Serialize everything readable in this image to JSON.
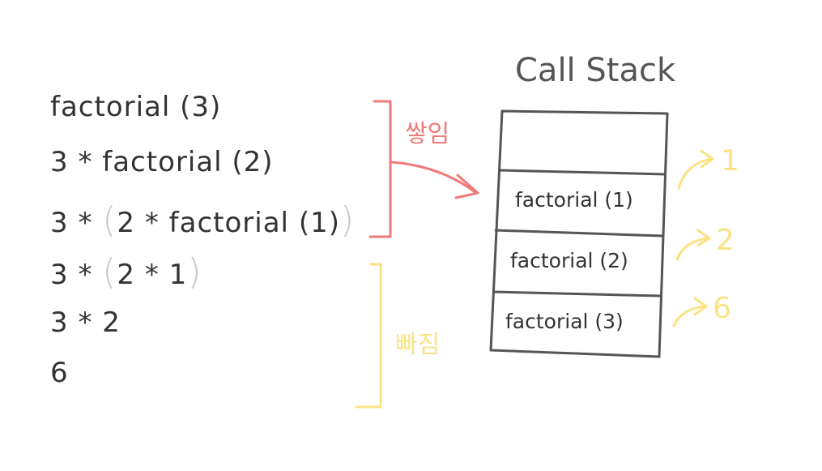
{
  "expressions": [
    {
      "prefix": "factorial (3)",
      "inner": "",
      "suffix": ""
    },
    {
      "prefix": "3 * factorial (2)",
      "inner": "",
      "suffix": ""
    },
    {
      "prefix": "3 * ",
      "inner": "2 * factorial (1)",
      "suffix": ""
    },
    {
      "prefix": "3 * ",
      "inner": "2 * 1",
      "suffix": ""
    },
    {
      "prefix": "3 * 2",
      "inner": "",
      "suffix": ""
    },
    {
      "prefix": "6",
      "inner": "",
      "suffix": ""
    }
  ],
  "push_label": "쌓임",
  "pop_label": "빠짐",
  "stack_title": "Call Stack",
  "frames": [
    "factorial (1)",
    "factorial (2)",
    "factorial (3)"
  ],
  "returns": [
    "1",
    "2",
    "6"
  ],
  "colors": {
    "push": "#f07a7a",
    "pop": "#fbe385",
    "ink": "#333333",
    "paren": "#c8c8c8"
  }
}
